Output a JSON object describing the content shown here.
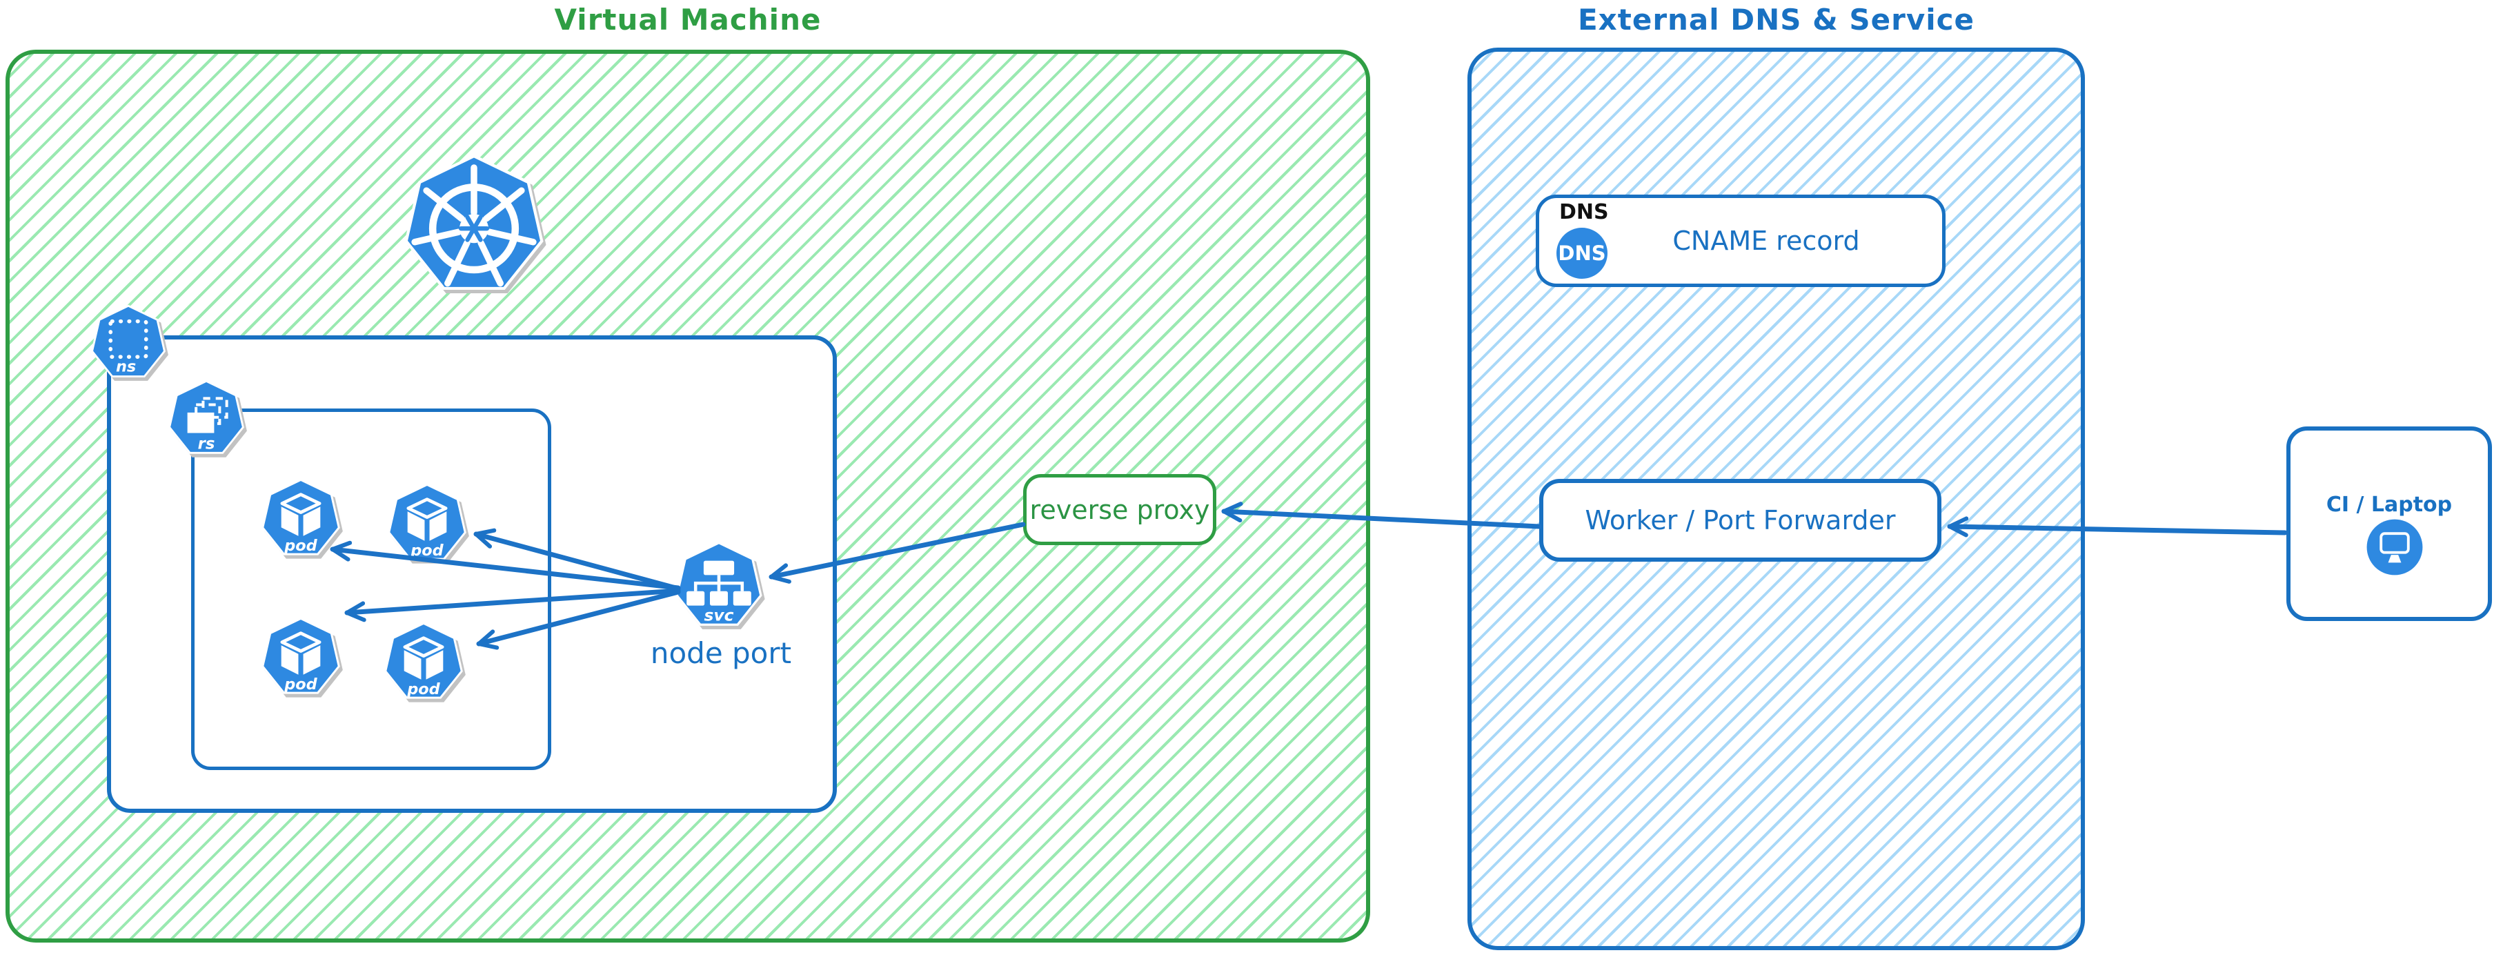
{
  "diagram": {
    "vm": {
      "title": "Virtual Machine",
      "k8s_logo": "kubernetes-logo",
      "namespace": {
        "label": "ns"
      },
      "replicaset": {
        "label": "rs"
      },
      "pods": {
        "label": "pod",
        "count": 4
      },
      "service": {
        "label": "svc",
        "caption": "node port"
      },
      "reverse_proxy": {
        "label": "reverse proxy"
      }
    },
    "external": {
      "title": "External DNS & Service",
      "dns": {
        "label": "DNS",
        "badge": "DNS",
        "record": "CNAME record"
      },
      "worker": {
        "label": "Worker / Port Forwarder"
      }
    },
    "client": {
      "label": "CI / Laptop"
    },
    "colors": {
      "green_stroke": "#2f9e44",
      "green_hatch": "#9ae9b1",
      "blue_stroke": "#1971c2",
      "blue_hatch": "#a8d8f8",
      "icon_blue": "#2e89e1",
      "label_black": "#111111"
    }
  }
}
